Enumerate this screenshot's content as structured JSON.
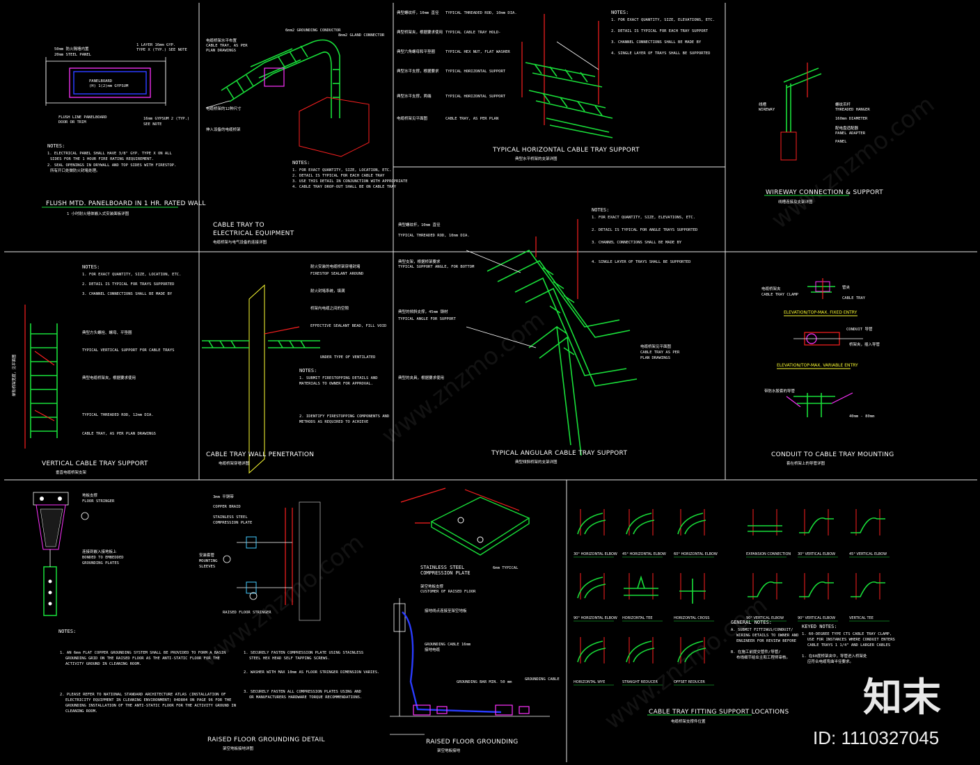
{
  "panels": [
    {
      "id": "p1",
      "title_en": "FLUSH MTD. PANELBOARD IN 1 HR. RATED WALL",
      "title_cn": "1 小时耐火墙体嵌入式安装面板详图",
      "notes_head": "NOTES:"
    },
    {
      "id": "p2",
      "title_en": "CABLE TRAY TO",
      "title_en2": "ELECTRICAL EQUIPMENT",
      "title_cn": "电缆桥架与电气设备的连接详图",
      "notes_head": "NOTES:"
    },
    {
      "id": "p3",
      "title_en": "TYPICAL HORIZONTAL CABLE TRAY SUPPORT",
      "title_cn": "典型水平桥架的支架详图",
      "notes_head": "NOTES:"
    },
    {
      "id": "p4",
      "title_en": "WIREWAY CONNECTION & SUPPORT",
      "title_cn": "线槽连接及支架详图"
    },
    {
      "id": "p5",
      "title_en": "VERTICAL CABLE TRAY SUPPORT",
      "title_cn": "垂直电缆桥架支架",
      "notes_head": "NOTES:"
    },
    {
      "id": "p6",
      "title_en": "CABLE TRAY WALL PENETRATION",
      "title_cn": "电缆桥架穿墙详图",
      "notes_head": "NOTES:"
    },
    {
      "id": "p7",
      "title_en": "TYPICAL ANGULAR CABLE TRAY SUPPORT",
      "title_cn": "典型倾斜桥架的支架详图",
      "notes_head": "NOTES:"
    },
    {
      "id": "p8",
      "title_en": "CONDUIT TO CABLE TRAY MOUNTING",
      "title_cn": "套在桥架上的导管详图",
      "sub1": "ELEVATION/TOP-MAX. FIXED ENTRY",
      "sub2": "ELEVATION/TOP-MAX. VARIABLE ENTRY"
    },
    {
      "id": "p9",
      "title_en": "RAISED FLOOR GROUNDING DETAIL",
      "title_cn": "架空地板接地详图",
      "notes_head": "NOTES:"
    },
    {
      "id": "p10",
      "title_en": "RAISED FLOOR GROUNDING",
      "title_cn": "架空地板接地",
      "label1": "STAINLESS STEEL",
      "label2": "COMPRESSION PLATE",
      "label3": "6mm TYPICAL",
      "label4": "RAISED FLOOR STRINGER"
    },
    {
      "id": "p11",
      "title_en": "CABLE TRAY FITTING SUPPORT LOCATIONS",
      "title_cn": "电缆桥架支撑件位置",
      "notes_head": "GENERAL NOTES:",
      "key_head": "KEYED NOTES:"
    }
  ],
  "fittings": [
    "30° HORIZONTAL ELBOW",
    "45° HORIZONTAL ELBOW",
    "60° HORIZONTAL ELBOW",
    "EXPANSION CONNECTION",
    "30° VERTICAL ELBOW",
    "45° VERTICAL ELBOW",
    "90° HORIZONTAL ELBOW",
    "HORIZONTAL TEE",
    "HORIZONTAL CROSS",
    "90° VERTICAL ELBOW",
    "90° VERTICAL ELBOW",
    "VERTICAL TEE",
    "HORIZONTAL WYE",
    "STRAIGHT REDUCER",
    "OFFSET REDUCER"
  ],
  "watermark": "www.znzmo.com",
  "brand": "知末",
  "id_label": "ID: 1110327045",
  "colors": {
    "line": "#19e03a",
    "accent": "#ff2020",
    "frame": "#e6e6e6",
    "bg": "#000000"
  }
}
